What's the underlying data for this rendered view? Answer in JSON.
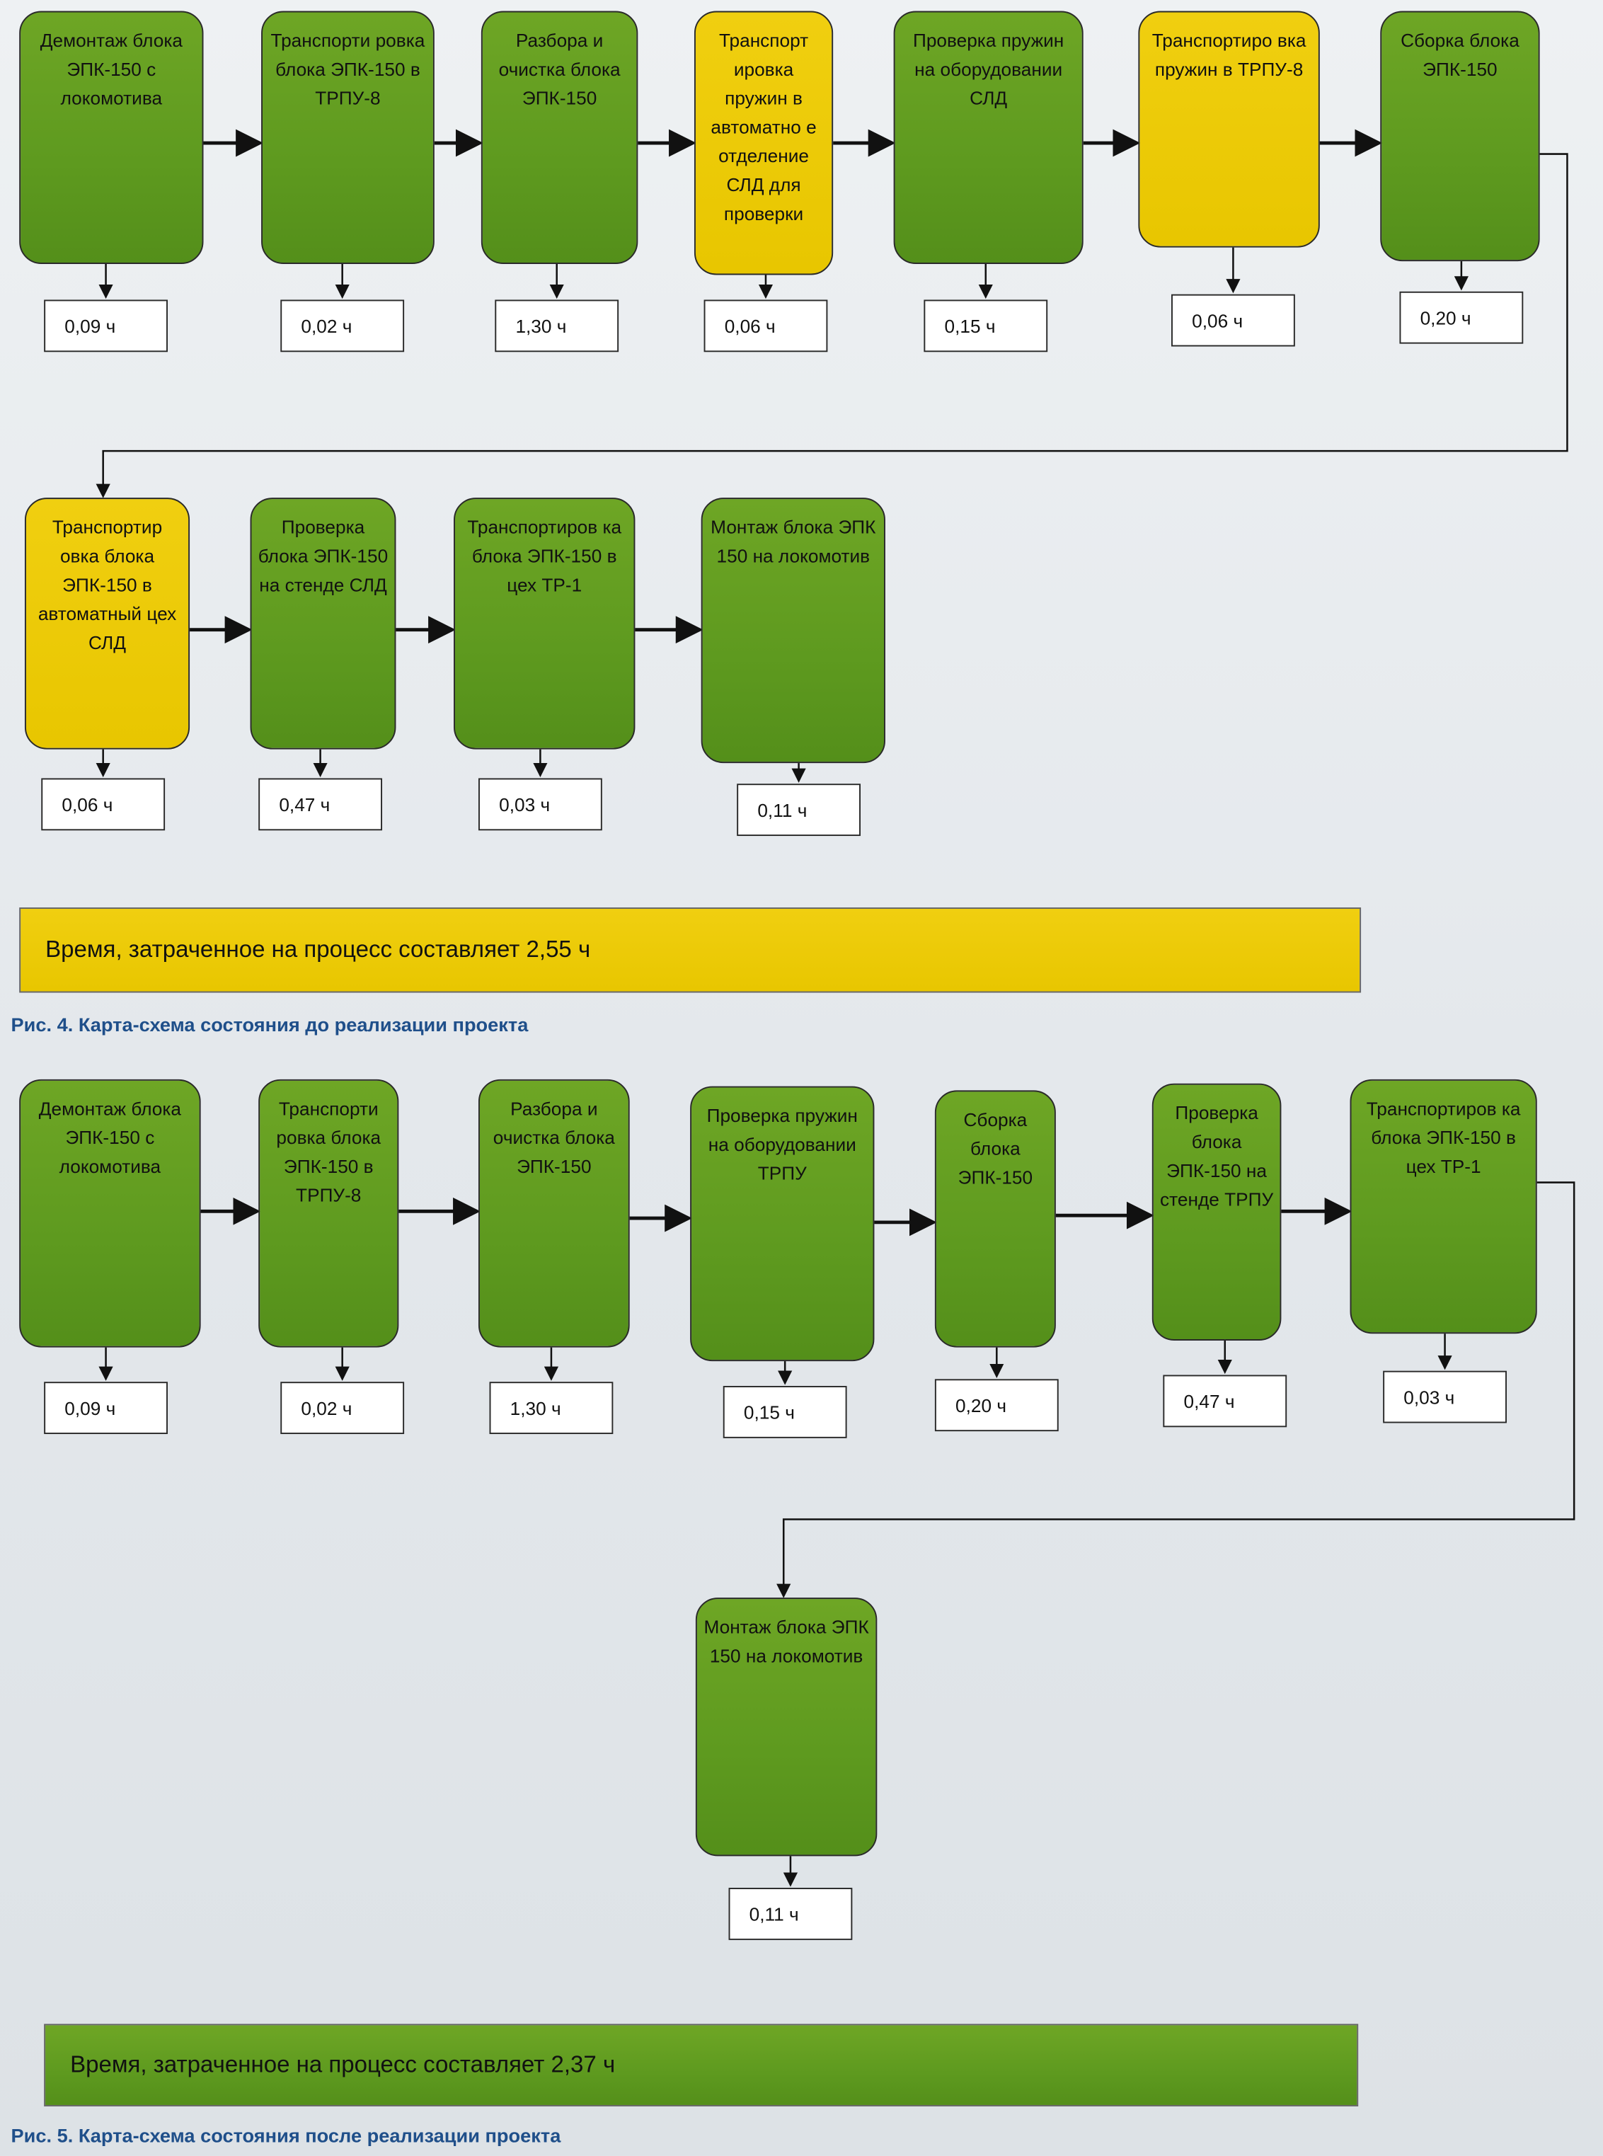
{
  "figure4": {
    "steps": [
      {
        "label": "Демонтаж блока ЭПК-150 с локомотива",
        "time": "0,09 ч",
        "color": "green"
      },
      {
        "label": "Транспорти ровка блока ЭПК-150 в ТРПУ-8",
        "time": "0,02 ч",
        "color": "green"
      },
      {
        "label": "Разбора и очистка блока ЭПК-150",
        "time": "1,30 ч",
        "color": "green"
      },
      {
        "label": "Транспорт ировка пружин в автоматно е отделение СЛД для проверки",
        "time": "0,06 ч",
        "color": "yellow"
      },
      {
        "label": "Проверка пружин на оборудовании СЛД",
        "time": "0,15 ч",
        "color": "green"
      },
      {
        "label": "Транспортиро вка пружин в ТРПУ-8",
        "time": "0,06 ч",
        "color": "yellow"
      },
      {
        "label": "Сборка блока ЭПК-150",
        "time": "0,20 ч",
        "color": "green"
      },
      {
        "label": "Транспортир овка блока ЭПК-150 в автоматный цех СЛД",
        "time": "0,06 ч",
        "color": "yellow"
      },
      {
        "label": "Проверка блока ЭПК-150 на стенде СЛД",
        "time": "0,47 ч",
        "color": "green"
      },
      {
        "label": "Транспортиров ка блока ЭПК-150 в цех ТР-1",
        "time": "0,03 ч",
        "color": "green"
      },
      {
        "label": "Монтаж блока ЭПК 150 на локомотив",
        "time": "0,11 ч",
        "color": "green"
      }
    ],
    "total": "Время, затраченное на процесс составляет 2,55 ч",
    "caption": "Рис. 4. Карта-схема состояния до реализации проекта"
  },
  "figure5": {
    "steps": [
      {
        "label": "Демонтаж блока ЭПК-150 с локомотива",
        "time": "0,09 ч",
        "color": "green"
      },
      {
        "label": "Транспорти ровка блока ЭПК-150 в ТРПУ-8",
        "time": "0,02 ч",
        "color": "green"
      },
      {
        "label": "Разбора и очистка блока ЭПК-150",
        "time": "1,30 ч",
        "color": "green"
      },
      {
        "label": "Проверка пружин на оборудовании ТРПУ",
        "time": "0,15 ч",
        "color": "green"
      },
      {
        "label": "Сборка блока ЭПК-150",
        "time": "0,20 ч",
        "color": "green"
      },
      {
        "label": "Проверка блока ЭПК-150 на стенде ТРПУ",
        "time": "0,47 ч",
        "color": "green"
      },
      {
        "label": "Транспортиров ка блока ЭПК-150 в цех ТР-1",
        "time": "0,03 ч",
        "color": "green"
      },
      {
        "label": "Монтаж блока ЭПК 150 на локомотив",
        "time": "0,11 ч",
        "color": "green"
      }
    ],
    "total": "Время, затраченное на процесс составляет 2,37 ч",
    "caption": "Рис. 5. Карта-схема состояния после реализации проекта"
  },
  "colors": {
    "green": "#5e9a1f",
    "yellow": "#e8c600",
    "caption": "#1f4f8a"
  }
}
